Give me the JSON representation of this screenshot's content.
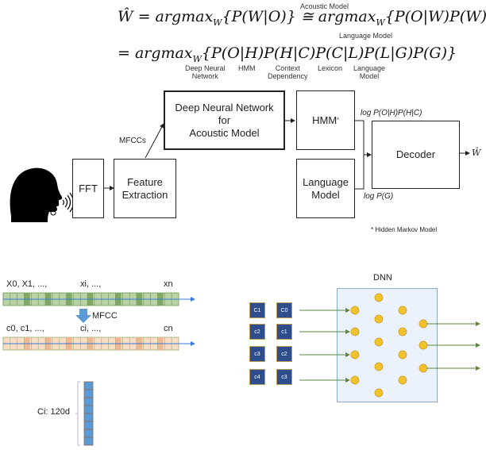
{
  "equation": {
    "line1_lhs": "Ŵ = argmax",
    "sub_w": "W",
    "line1_mid": "{P(W|O)} ≅ argmax",
    "line1_rhs": "{P(O|W)P(W)}",
    "line2_prefix": "= argmax",
    "line2_rhs": "{P(O|H)P(H|C)P(C|L)P(L|G)P(G)}",
    "annotations": {
      "acoustic_model": "Acoustic Model",
      "language_model_top": "Language Model",
      "deep_neural_network": "Deep Neural\nNetwork",
      "hmm": "HMM",
      "context_dependency": "Context\nDependency",
      "lexicon": "Lexicon",
      "language_model": "Language\nModel"
    }
  },
  "pipeline": {
    "fft": "FFT",
    "feature_extraction": "Feature\nExtraction",
    "mfccs_label": "MFCCs",
    "dnn": "Deep Neural Network\nfor\nAcoustic Model",
    "hmm": "HMM",
    "hmm_superscript": "*",
    "language_model": "Language\nModel",
    "decoder": "Decoder",
    "log_acoustic": "log P(O|H)P(H|C)",
    "log_lm": "log P(G)",
    "output": "Ŵ",
    "footnote": "* Hidden Markov Model"
  },
  "mfcc_panel": {
    "x_labels": [
      "X0, X1, ...,",
      "xi, ...,",
      "xn"
    ],
    "arrow_label": "MFCC",
    "c_labels": [
      "c0, c1, ...,",
      "ci, ...,",
      "cn"
    ],
    "vector_label": "Ci: 120d",
    "colors": {
      "green_fill": "#b9d3a6",
      "green_dark": "#7fa864",
      "peach_fill": "#fbdcc4",
      "peach_dark": "#f0b890",
      "blue_arrow": "#5b9bd5",
      "vector_cell": "#5b9bd5"
    }
  },
  "dnn_panel": {
    "title": "DNN",
    "context_col": [
      "C1",
      "c2",
      "c3",
      "c4"
    ],
    "input_col": [
      "C0",
      "c1",
      "c2",
      "c3"
    ],
    "colors": {
      "box_bg": "#eaf1fa",
      "box_border": "#8aa8c8",
      "node": "#f2c12e",
      "arrow": "#5a8a3a",
      "cell": "#2e4d8c"
    }
  }
}
